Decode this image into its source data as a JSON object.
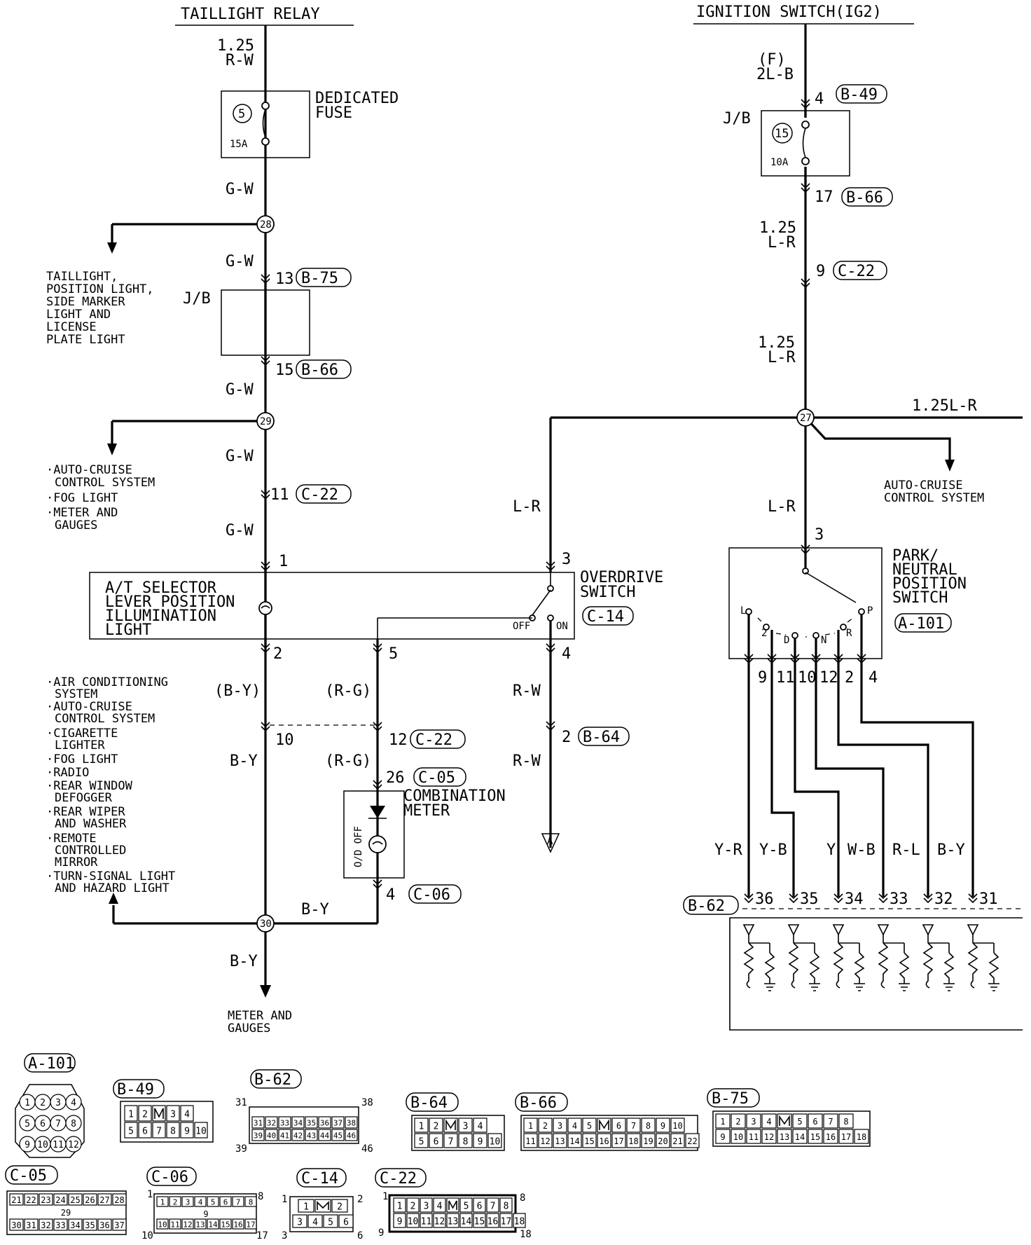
{
  "sources": {
    "taillight_relay": "TAILLIGHT RELAY",
    "ignition_switch": "IGNITION SWITCH(IG2)"
  },
  "left_branch": {
    "wire_relay_size": "1.25",
    "wire_relay_color": "R-W",
    "fuse_label_1": "DEDICATED",
    "fuse_label_2": "FUSE",
    "fuse_no": "5",
    "fuse_amp": "15A",
    "gw1": "G-W",
    "j28": "28",
    "gw2": "G-W",
    "tail_1": "TAILLIGHT,",
    "tail_2": "POSITION LIGHT,",
    "tail_3": "SIDE MARKER",
    "tail_4": "LIGHT AND",
    "tail_5": "LICENSE",
    "tail_6": "PLATE LIGHT",
    "jb": "J/B",
    "pin13": "13",
    "c_b75": "B-75",
    "pin15": "15",
    "c_b66": "B-66",
    "gw3": "G-W",
    "j29": "29",
    "gw4": "G-W",
    "acc_1": "·AUTO-CRUISE",
    "acc_2": "CONTROL SYSTEM",
    "acc_3": "·FOG LIGHT",
    "acc_4": "·METER AND",
    "acc_5": "GAUGES",
    "pin11": "11",
    "c_c22": "C-22",
    "gw5": "G-W",
    "pin1": "1"
  },
  "selector": {
    "l1": "A/T SELECTOR",
    "l2": "LEVER POSITION",
    "l3": "ILLUMINATION",
    "l4": "LIGHT"
  },
  "overdrive": {
    "l1": "OVERDRIVE",
    "l2": "SWITCH",
    "conn": "C-14",
    "off": "OFF",
    "on": "ON",
    "pin3": "3",
    "pin4": "4",
    "pin5": "5",
    "lr": "L-R",
    "rw1": "R-W",
    "pin2b": "2",
    "c_b64": "B-64",
    "rw2": "R-W",
    "ground": "A"
  },
  "lower_left": {
    "pin2": "2",
    "by_paren": "(B-Y)",
    "rg_paren1": "(R-G)",
    "pin10": "10",
    "pin12": "12",
    "c_c22": "C-22",
    "by": "B-Y",
    "rg_paren2": "(R-G)",
    "pin26": "26",
    "c_c05": "C-05",
    "meter_1": "COMBINATION",
    "meter_2": "METER",
    "od_off": "O/D OFF",
    "pin4": "4",
    "c_c06": "C-06",
    "j30": "30",
    "by2": "B-Y",
    "by3": "B-Y",
    "mg_1": "METER AND",
    "mg_2": "GAUGES",
    "sys_1": "·AIR CONDITIONING",
    "sys_2": "SYSTEM",
    "sys_3": "·AUTO-CRUISE",
    "sys_4": "CONTROL SYSTEM",
    "sys_5": "·CIGARETTE",
    "sys_6": "LIGHTER",
    "sys_7": "·FOG LIGHT",
    "sys_8": "·RADIO",
    "sys_9": "·REAR WINDOW",
    "sys_10": "DEFOGGER",
    "sys_11": "·REAR WIPER",
    "sys_12": "AND WASHER",
    "sys_13": "·REMOTE",
    "sys_14": "CONTROLLED",
    "sys_15": "MIRROR",
    "sys_16": "·TURN-SIGNAL LIGHT",
    "sys_17": "AND HAZARD LIGHT"
  },
  "right_branch": {
    "f": "(F)",
    "wire_2lb": "2L-B",
    "pin4": "4",
    "c_b49": "B-49",
    "jb": "J/B",
    "fuse_no": "15",
    "fuse_amp": "10A",
    "pin17": "17",
    "c_b66": "B-66",
    "sz1": "1.25",
    "lr1": "L-R",
    "pin9": "9",
    "c_c22": "C-22",
    "sz2": "1.25",
    "lr2": "L-R",
    "j27": "27",
    "wire_125lr": "1.25L-R",
    "ac_1": "AUTO-CRUISE",
    "ac_2": "CONTROL SYSTEM",
    "lr3": "L-R",
    "pin3": "3"
  },
  "pn_switch": {
    "l1": "PARK/",
    "l2": "NEUTRAL",
    "l3": "POSITION",
    "l4": "SWITCH",
    "conn": "A-101",
    "positions": [
      "L",
      "2",
      "D",
      "N",
      "R",
      "P"
    ],
    "pins": [
      "9",
      "11",
      "10",
      "12",
      "2",
      "4"
    ]
  },
  "b62_block": {
    "conn": "B-62",
    "wire_colors": [
      "Y-R",
      "Y-B",
      "Y",
      "W-B",
      "R-L",
      "B-Y"
    ],
    "pins": [
      "36",
      "35",
      "34",
      "33",
      "32",
      "31"
    ]
  },
  "connectors": {
    "a101": {
      "name": "A-101",
      "pins": [
        "1",
        "2",
        "3",
        "4",
        "5",
        "6",
        "7",
        "8",
        "9",
        "10",
        "11",
        "12"
      ]
    },
    "b49": {
      "name": "B-49",
      "row1": [
        "1",
        "2",
        "",
        "3",
        "4"
      ],
      "row2": [
        "5",
        "6",
        "7",
        "8",
        "9",
        "10"
      ]
    },
    "b62": {
      "name": "B-62",
      "row1": [
        "31",
        "32",
        "33",
        "34",
        "35",
        "36",
        "37",
        "38"
      ],
      "row2": [
        "39",
        "40",
        "41",
        "42",
        "43",
        "44",
        "45",
        "46"
      ],
      "tl": "31",
      "tr": "38",
      "bl": "39",
      "br": "46"
    },
    "b64": {
      "name": "B-64",
      "row1": [
        "1",
        "2",
        "",
        "3",
        "4"
      ],
      "row2": [
        "5",
        "6",
        "7",
        "8",
        "9",
        "10"
      ]
    },
    "b66": {
      "name": "B-66",
      "row1": [
        "1",
        "2",
        "3",
        "4",
        "5",
        "",
        "6",
        "7",
        "8",
        "9",
        "10"
      ],
      "row2": [
        "11",
        "12",
        "13",
        "14",
        "15",
        "16",
        "17",
        "18",
        "19",
        "20",
        "21",
        "22"
      ]
    },
    "b75": {
      "name": "B-75",
      "row1": [
        "1",
        "2",
        "3",
        "4",
        "",
        "5",
        "6",
        "7",
        "8"
      ],
      "row2": [
        "9",
        "10",
        "11",
        "12",
        "13",
        "14",
        "15",
        "16",
        "17",
        "18"
      ]
    },
    "c05": {
      "name": "C-05",
      "row1": [
        "21",
        "22",
        "23",
        "24",
        "25",
        "26",
        "27",
        "28"
      ],
      "mid": "29",
      "row2": [
        "30",
        "31",
        "32",
        "33",
        "34",
        "35",
        "36",
        "37"
      ]
    },
    "c06": {
      "name": "C-06",
      "row1": [
        "1",
        "2",
        "3",
        "4",
        "5",
        "6",
        "7",
        "8"
      ],
      "mid": "9",
      "row2": [
        "10",
        "11",
        "12",
        "13",
        "14",
        "15",
        "16",
        "17"
      ],
      "tl": "1",
      "tr": "8",
      "bl": "10",
      "br": "17"
    },
    "c14": {
      "name": "C-14",
      "row1": [
        "1",
        "",
        "2"
      ],
      "row2": [
        "3",
        "4",
        "5",
        "6"
      ],
      "tl": "1",
      "tr": "2",
      "bl": "3",
      "br": "6"
    },
    "c22": {
      "name": "C-22",
      "row1": [
        "1",
        "2",
        "3",
        "4",
        "",
        "5",
        "6",
        "7",
        "8"
      ],
      "row2": [
        "9",
        "10",
        "11",
        "12",
        "13",
        "14",
        "15",
        "16",
        "17",
        "18"
      ],
      "tl": "1",
      "tr": "8",
      "bl": "9",
      "br": "18"
    }
  }
}
